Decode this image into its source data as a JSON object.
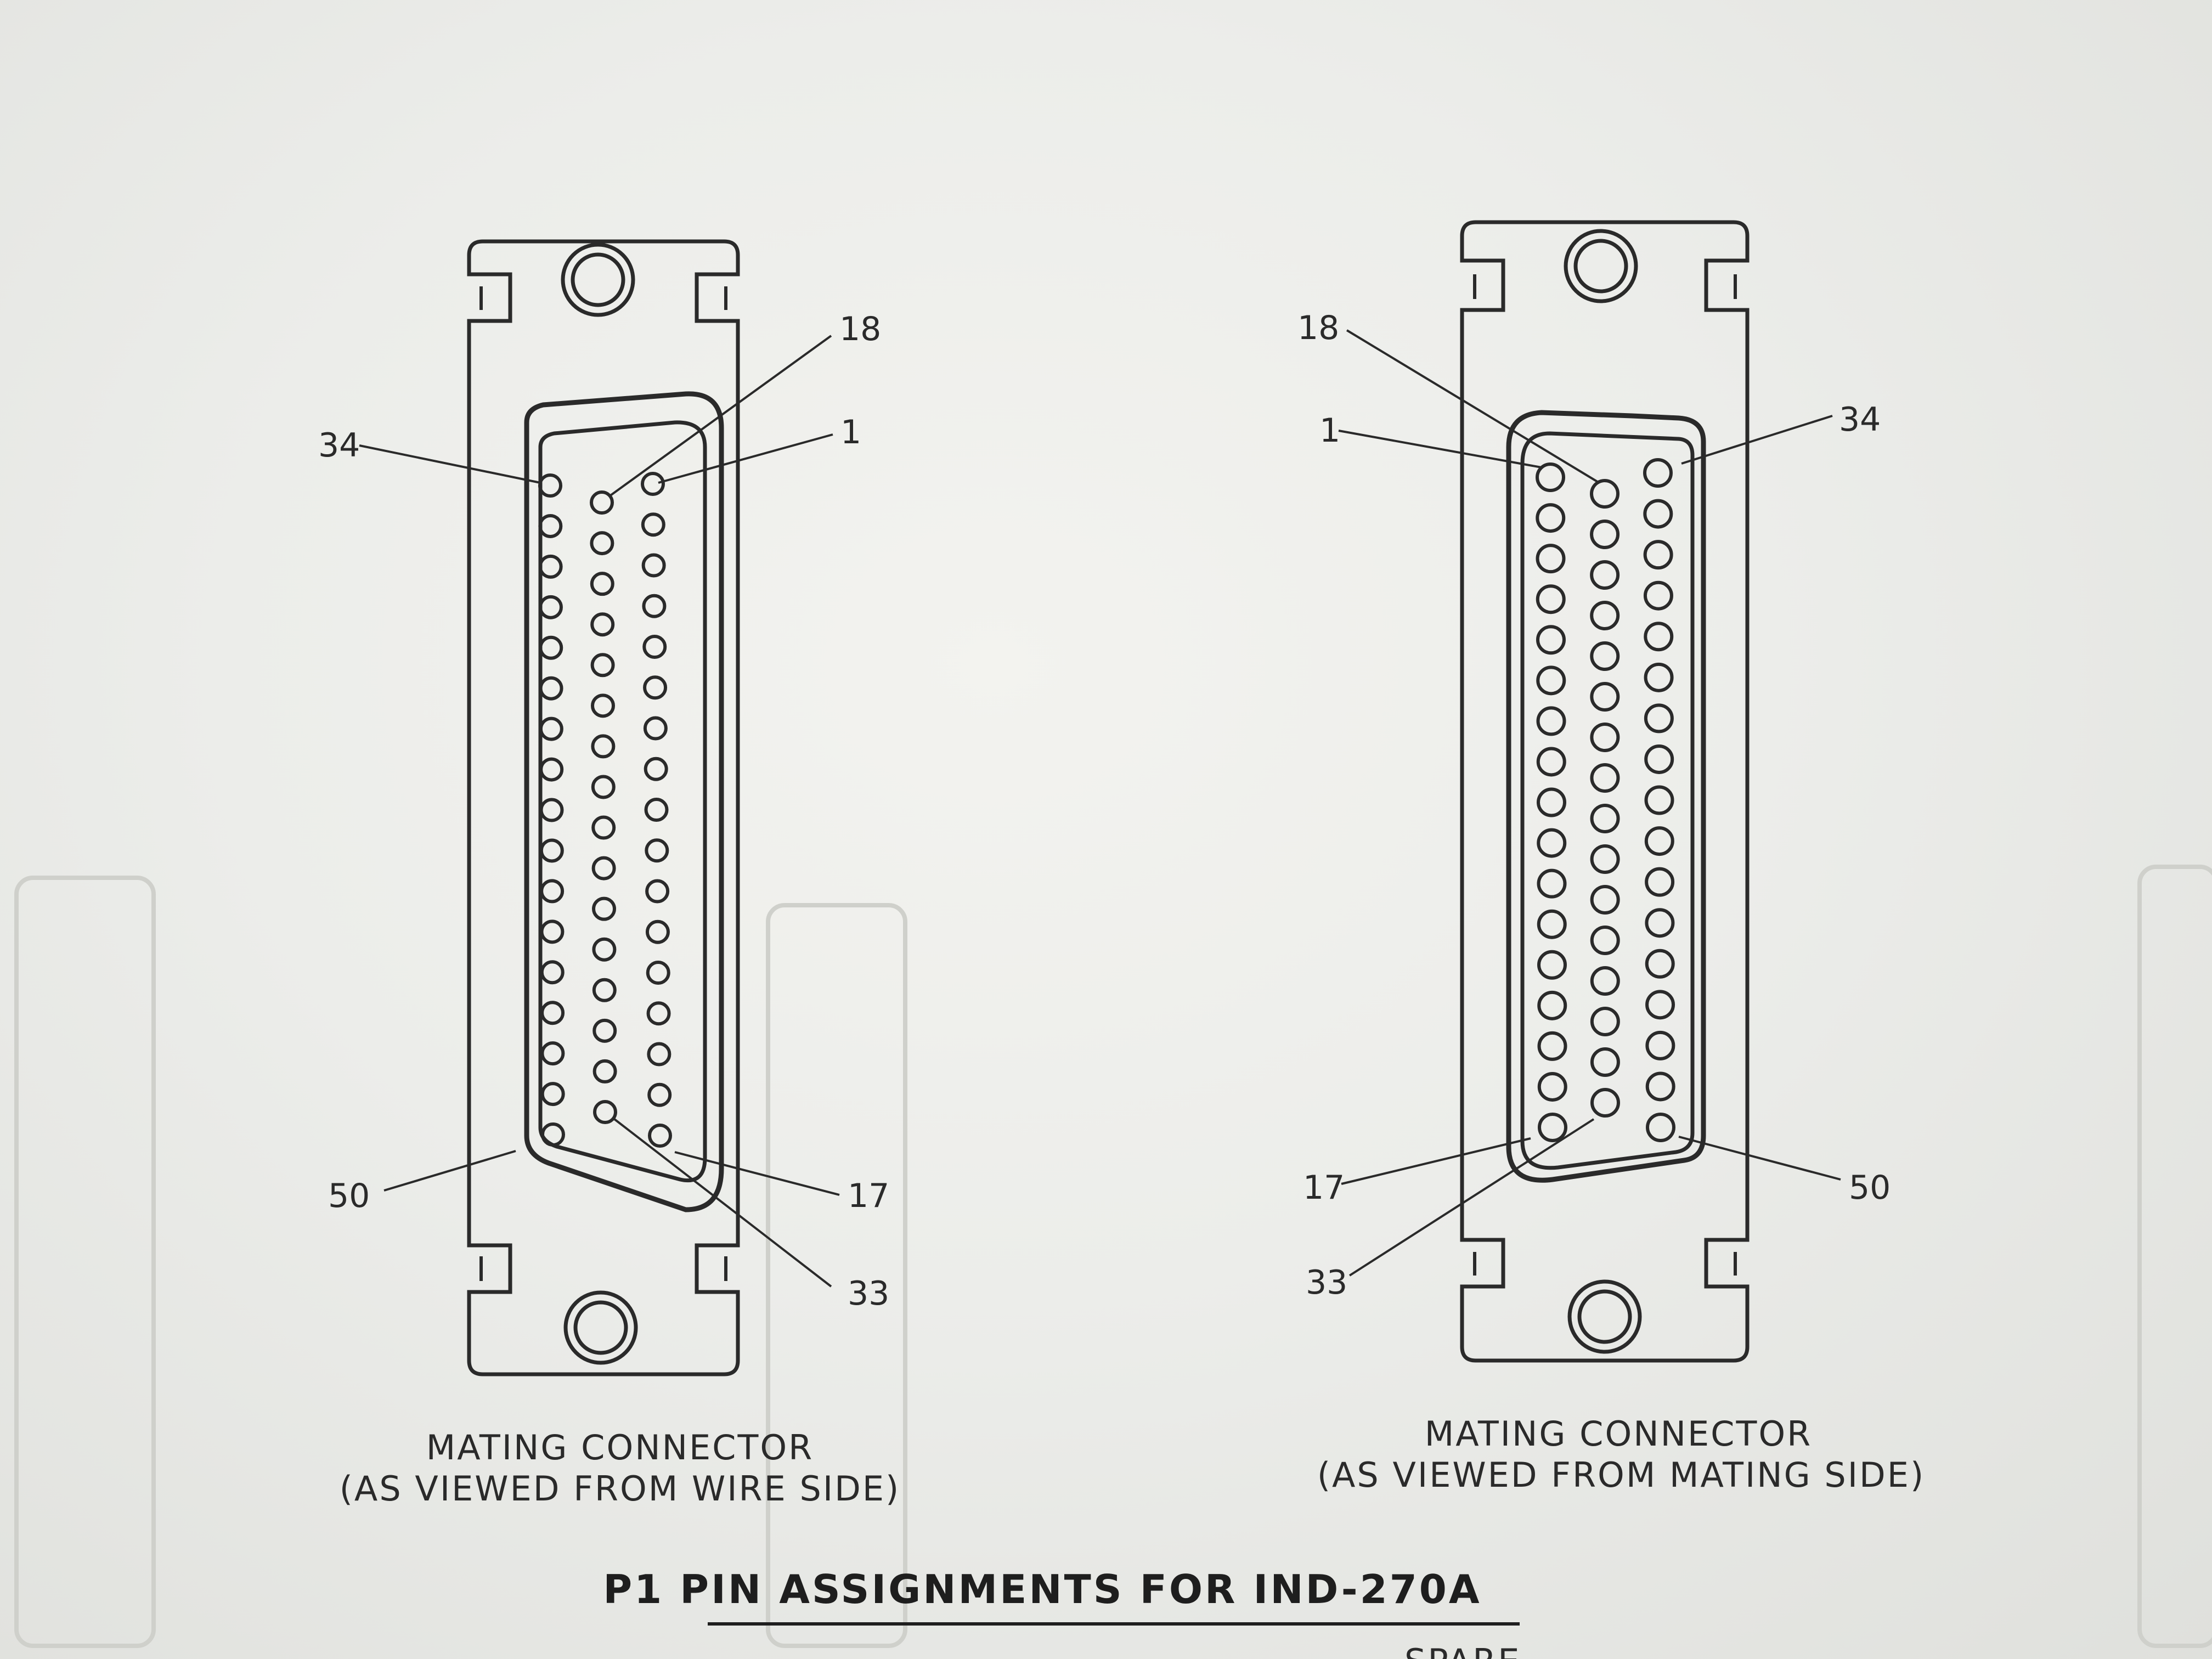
{
  "document": {
    "title": "P1 PIN ASSIGNMENTS FOR IND-270A",
    "partial_bottom_text": "SPARE"
  },
  "connectors": [
    {
      "id": "wire-side",
      "caption_line1": "MATING CONNECTOR",
      "caption_line2": "(AS VIEWED FROM WIRE SIDE)",
      "pin_labels": {
        "top_left": "34",
        "top_mid": "18",
        "top_right": "1",
        "bottom_left": "50",
        "bottom_right": "17",
        "bottom_mid": "33"
      }
    },
    {
      "id": "mating-side",
      "caption_line1": "MATING CONNECTOR",
      "caption_line2": "(AS VIEWED FROM MATING SIDE)",
      "pin_labels": {
        "top_left": "18",
        "top_mid_left": "1",
        "top_right": "34",
        "bottom_left": "17",
        "bottom_left2": "33",
        "bottom_right": "50"
      }
    }
  ],
  "pin_counts": {
    "outer_column": 17,
    "middle_column": 16
  }
}
